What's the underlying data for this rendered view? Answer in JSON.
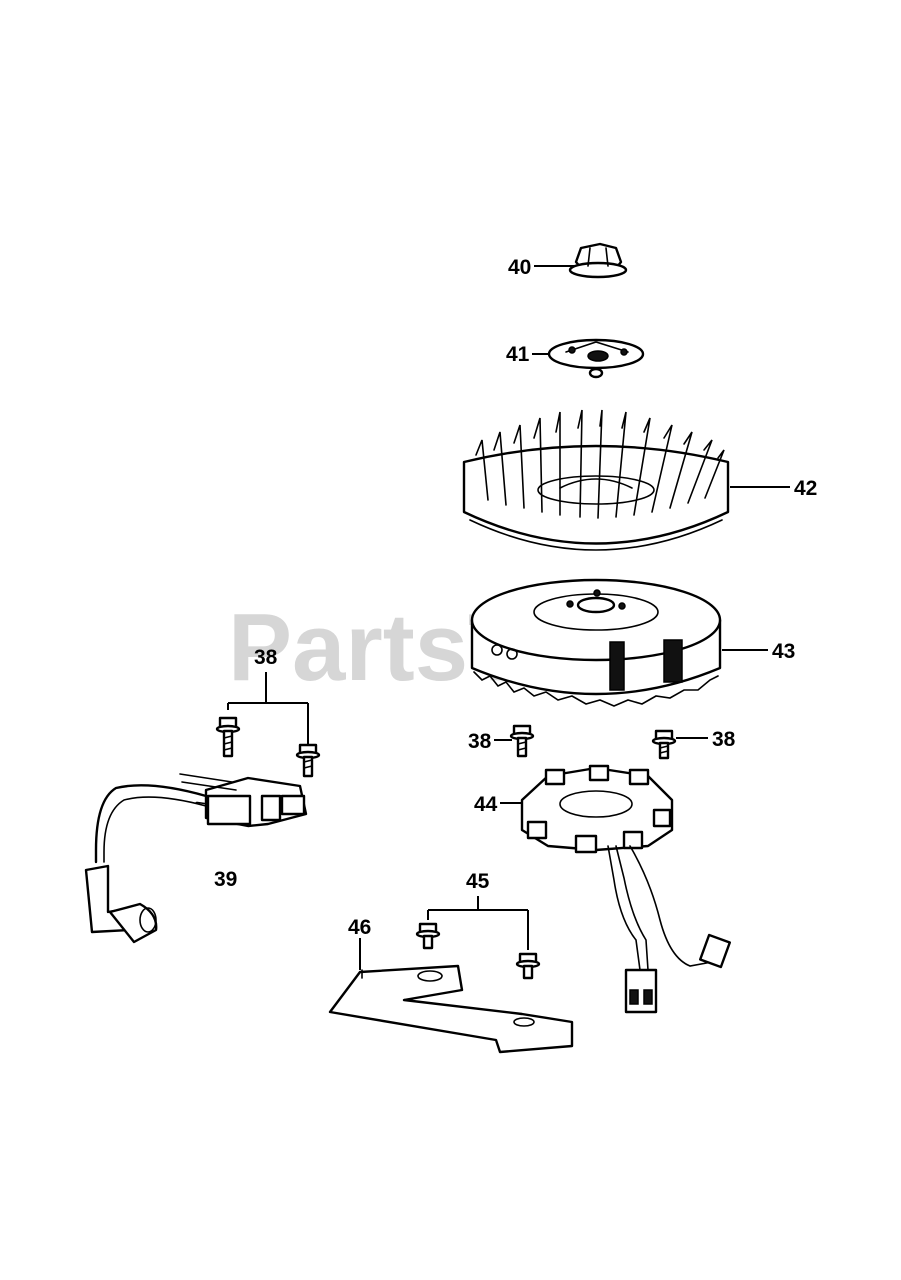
{
  "watermark": "PartsTree",
  "callouts": {
    "p40": "40",
    "p41": "41",
    "p42": "42",
    "p43": "43",
    "p38_left_group": "38",
    "p38_center": "38",
    "p38_right": "38",
    "p44": "44",
    "p39": "39",
    "p45": "45",
    "p46": "46"
  }
}
